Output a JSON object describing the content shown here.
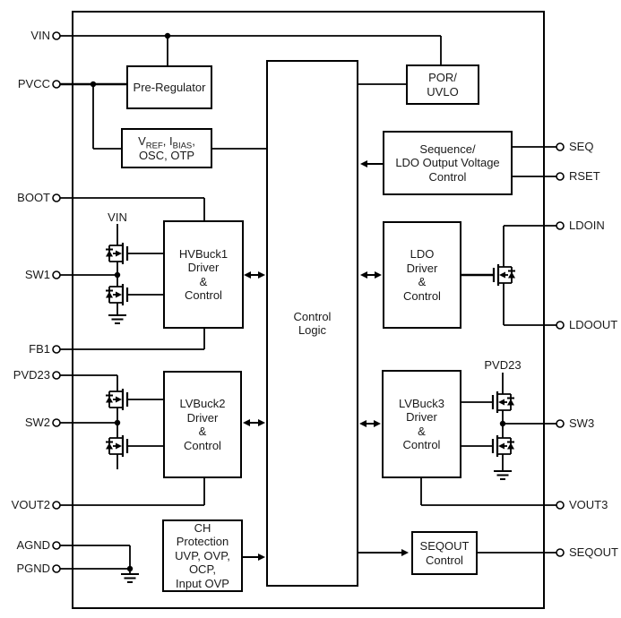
{
  "pins": {
    "left": [
      {
        "label": "VIN"
      },
      {
        "label": "PVCC"
      },
      {
        "label": "BOOT"
      },
      {
        "label": "SW1"
      },
      {
        "label": "FB1"
      },
      {
        "label": "PVD23"
      },
      {
        "label": "SW2"
      },
      {
        "label": "VOUT2"
      },
      {
        "label": "AGND"
      },
      {
        "label": "PGND"
      }
    ],
    "right": [
      {
        "label": "SEQ"
      },
      {
        "label": "RSET"
      },
      {
        "label": "LDOIN"
      },
      {
        "label": "LDOOUT"
      },
      {
        "label": "SW3"
      },
      {
        "label": "VOUT3"
      },
      {
        "label": "SEQOUT"
      }
    ]
  },
  "blocks": {
    "pre_regulator": {
      "lines": [
        "Pre-Regulator"
      ]
    },
    "por_uvlo": {
      "lines": [
        "POR/",
        "UVLO"
      ]
    },
    "vref_bias_osc_otp": {
      "p1": "V",
      "s1": "REF",
      "p2": ", I",
      "s2": "BIAS",
      "tail": ",",
      "line2": "OSC, OTP"
    },
    "sequence_ldo": {
      "lines": [
        "Sequence/",
        "LDO Output Voltage",
        "Control"
      ]
    },
    "control_logic": {
      "lines": [
        "Control",
        "Logic"
      ]
    },
    "hvbuck1": {
      "lines": [
        "HVBuck1",
        "Driver",
        "&",
        "Control"
      ]
    },
    "ldo": {
      "lines": [
        "LDO",
        "Driver",
        "&",
        "Control"
      ]
    },
    "lvbuck2": {
      "lines": [
        "LVBuck2",
        "Driver",
        "&",
        "Control"
      ]
    },
    "lvbuck3": {
      "lines": [
        "LVBuck3",
        "Driver",
        "&",
        "Control"
      ]
    },
    "ch_protection": {
      "lines": [
        "CH",
        "Protection",
        "UVP, OVP,",
        "OCP,",
        "Input OVP"
      ]
    },
    "seqout_control": {
      "lines": [
        "SEQOUT",
        "Control"
      ]
    }
  },
  "rail_labels": {
    "vin": "VIN",
    "pvd23": "PVD23"
  },
  "colors": {
    "line": "#000000",
    "background": "#ffffff"
  }
}
